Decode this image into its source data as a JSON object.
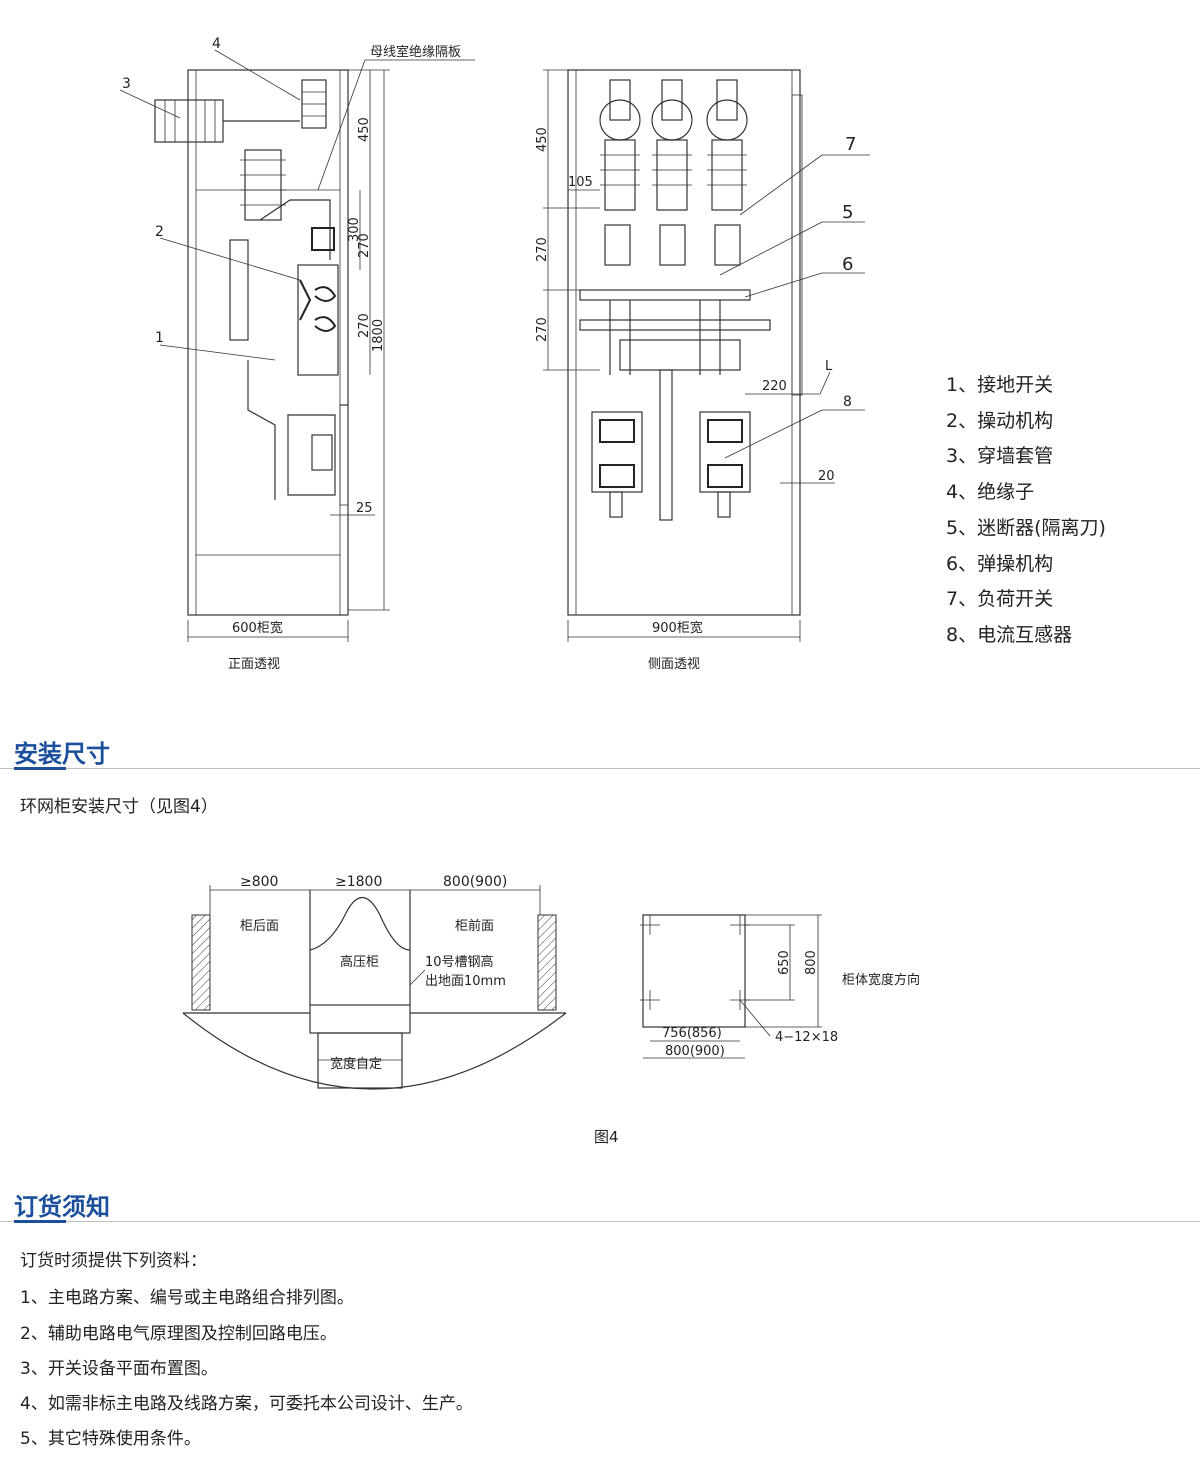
{
  "front_view": {
    "caption": "正面透视",
    "width_label": "600柜宽",
    "busbar_label": "母线室绝缘隔板",
    "dims": [
      "450",
      "300",
      "270",
      "270",
      "1800",
      "25"
    ],
    "callouts": [
      "1",
      "2",
      "3",
      "4"
    ]
  },
  "side_view": {
    "caption": "侧面透视",
    "width_label": "900柜宽",
    "dims": [
      "450",
      "105",
      "270",
      "270",
      "220",
      "20"
    ],
    "L_label": "L",
    "callouts": [
      "5",
      "6",
      "7",
      "8"
    ]
  },
  "legend": [
    "1、接地开关",
    "2、操动机构",
    "3、穿墙套管",
    "4、绝缘子",
    "5、迷断器(隔离刀)",
    "6、弹操机构",
    "7、负荷开关",
    "8、电流互感器"
  ],
  "section_install": {
    "title": "安装尺寸",
    "intro": "环网柜安装尺寸（见图4）"
  },
  "figure4": {
    "rear_dim": "≥800",
    "mid_dim": "≥1800",
    "front_dim": "800(900)",
    "rear_label": "柜后面",
    "cabinet_label": "高压柜",
    "front_label": "柜前面",
    "steel_note_1": "10号槽钢高",
    "steel_note_2": "出地面10mm",
    "trench_label": "宽度自定",
    "plan_dim_650": "650",
    "plan_dim_800v": "800",
    "plan_width_dir": "柜体宽度方向",
    "plan_dim_756": "756(856)",
    "plan_dim_800h": "800(900)",
    "hole_label": "4−12×18",
    "caption": "图4"
  },
  "section_order": {
    "title": "订货须知",
    "intro": "订货时须提供下列资料：",
    "items": [
      "1、主电路方案、编号或主电路组合排列图。",
      "2、辅助电路电气原理图及控制回路电压。",
      "3、开关设备平面布置图。",
      "4、如需非标主电路及线路方案，可委托本公司设计、生产。",
      "5、其它特殊使用条件。"
    ]
  }
}
